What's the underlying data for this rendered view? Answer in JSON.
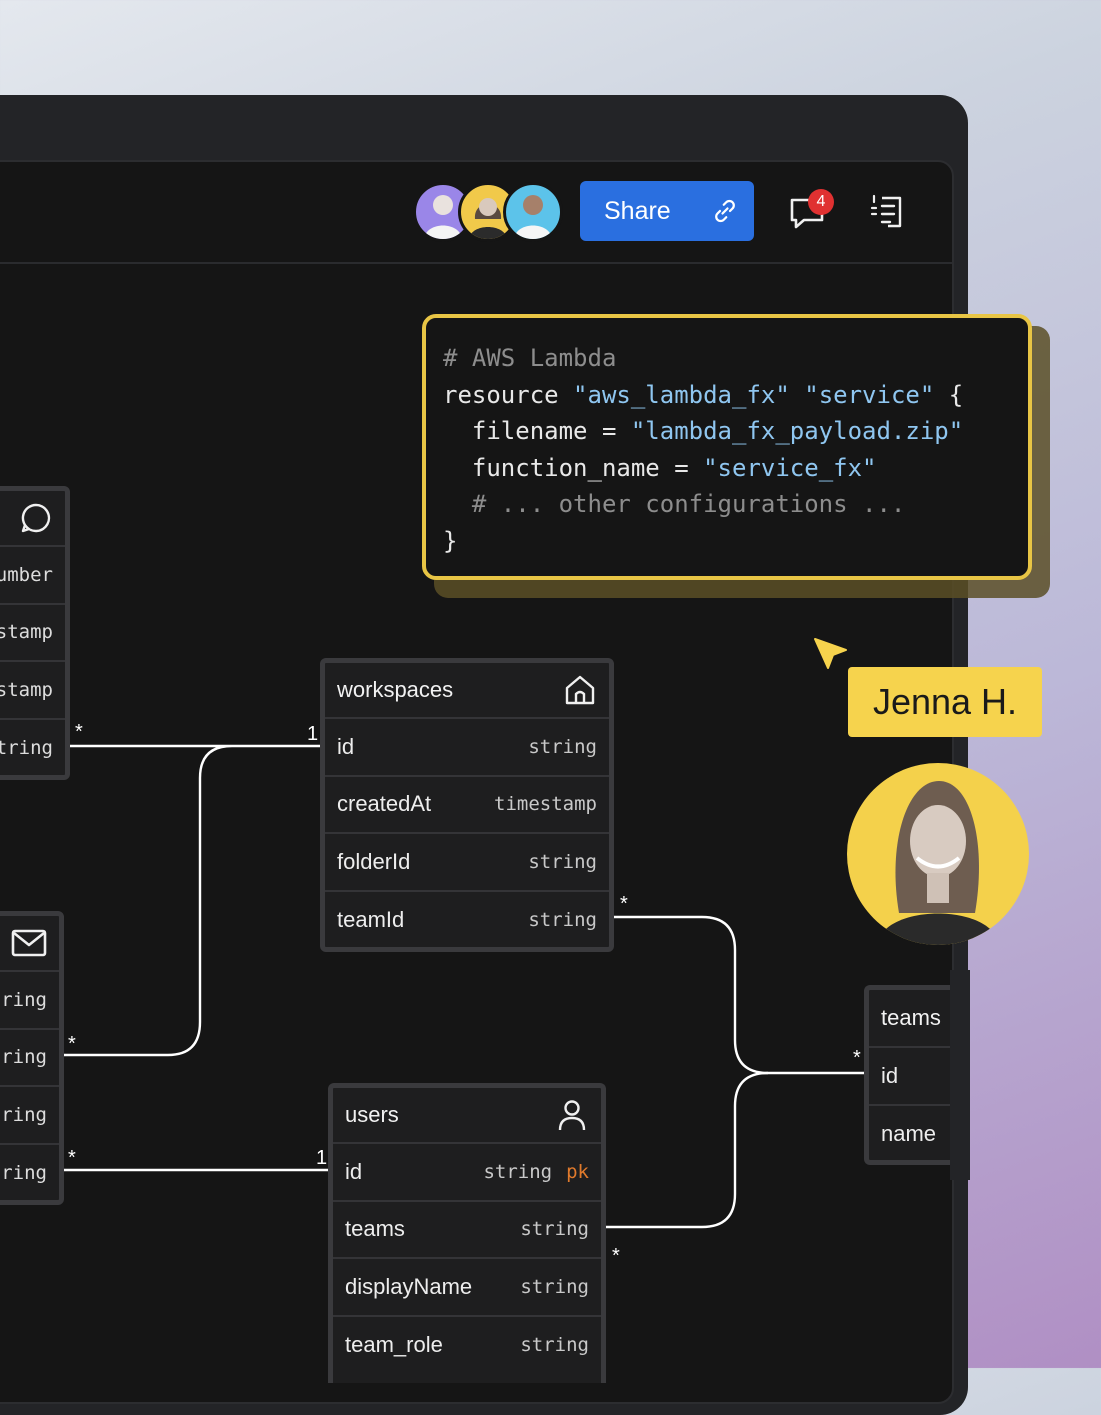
{
  "toolbar": {
    "share_label": "Share",
    "notification_count": "4",
    "avatars": [
      "avatar-man-purple",
      "avatar-woman-yellow",
      "avatar-man-blue"
    ]
  },
  "code": {
    "line1": "# AWS Lambda",
    "line2_kw": "resource ",
    "line2_s1": "\"aws_lambda_fx\"",
    "line2_s2": "\"service\"",
    "line2_end": " {",
    "line3_key": "  filename = ",
    "line3_val": "\"lambda_fx_payload.zip\"",
    "line4_key": "  function_name = ",
    "line4_val": "\"service_fx\"",
    "line5": "  # ... other configurations ...",
    "line6": "}"
  },
  "cursor_user": "Jenna H.",
  "tables": {
    "workspaces": {
      "title": "workspaces",
      "fields": [
        {
          "name": "id",
          "type": "string"
        },
        {
          "name": "createdAt",
          "type": "timestamp"
        },
        {
          "name": "folderId",
          "type": "string"
        },
        {
          "name": "teamId",
          "type": "string"
        }
      ]
    },
    "users": {
      "title": "users",
      "fields": [
        {
          "name": "id",
          "type": "string",
          "pk": "pk"
        },
        {
          "name": "teams",
          "type": "string"
        },
        {
          "name": "displayName",
          "type": "string"
        },
        {
          "name": "team_role",
          "type": "string"
        }
      ]
    },
    "teams": {
      "title": "teams",
      "fields": [
        {
          "name": "id"
        },
        {
          "name": "name"
        }
      ]
    },
    "left_top": {
      "fields": [
        "umber",
        "stamp",
        "stamp",
        "tring"
      ]
    },
    "left_bottom": {
      "fields": [
        "ring",
        "ring",
        "ring",
        "ring"
      ]
    }
  },
  "relations": {
    "one": "1",
    "many": "*"
  }
}
